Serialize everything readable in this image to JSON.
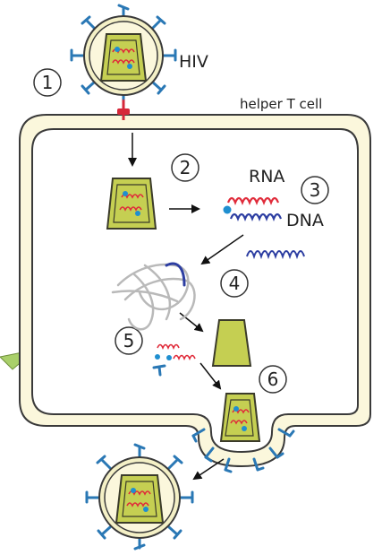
{
  "labels": {
    "virus": "HIV",
    "cell": "helper T cell",
    "rna": "RNA",
    "dna": "DNA"
  },
  "steps": [
    "1",
    "2",
    "3",
    "4",
    "5",
    "6"
  ],
  "colors": {
    "cell_fill": "#fbf7dc",
    "cell_stroke": "#3a3a3a",
    "capsid_fill": "#c5cf52",
    "capsid_stroke": "#3b3b2a",
    "envelope_fill": "#fbf7dc",
    "spike": "#2a78b5",
    "receptor": "#d6283a",
    "rna": "#e02b3a",
    "dna": "#2d3ea2",
    "protein_blue": "#1f8fd0",
    "host_dna": "#b9b9b9",
    "arrow": "#111111"
  }
}
